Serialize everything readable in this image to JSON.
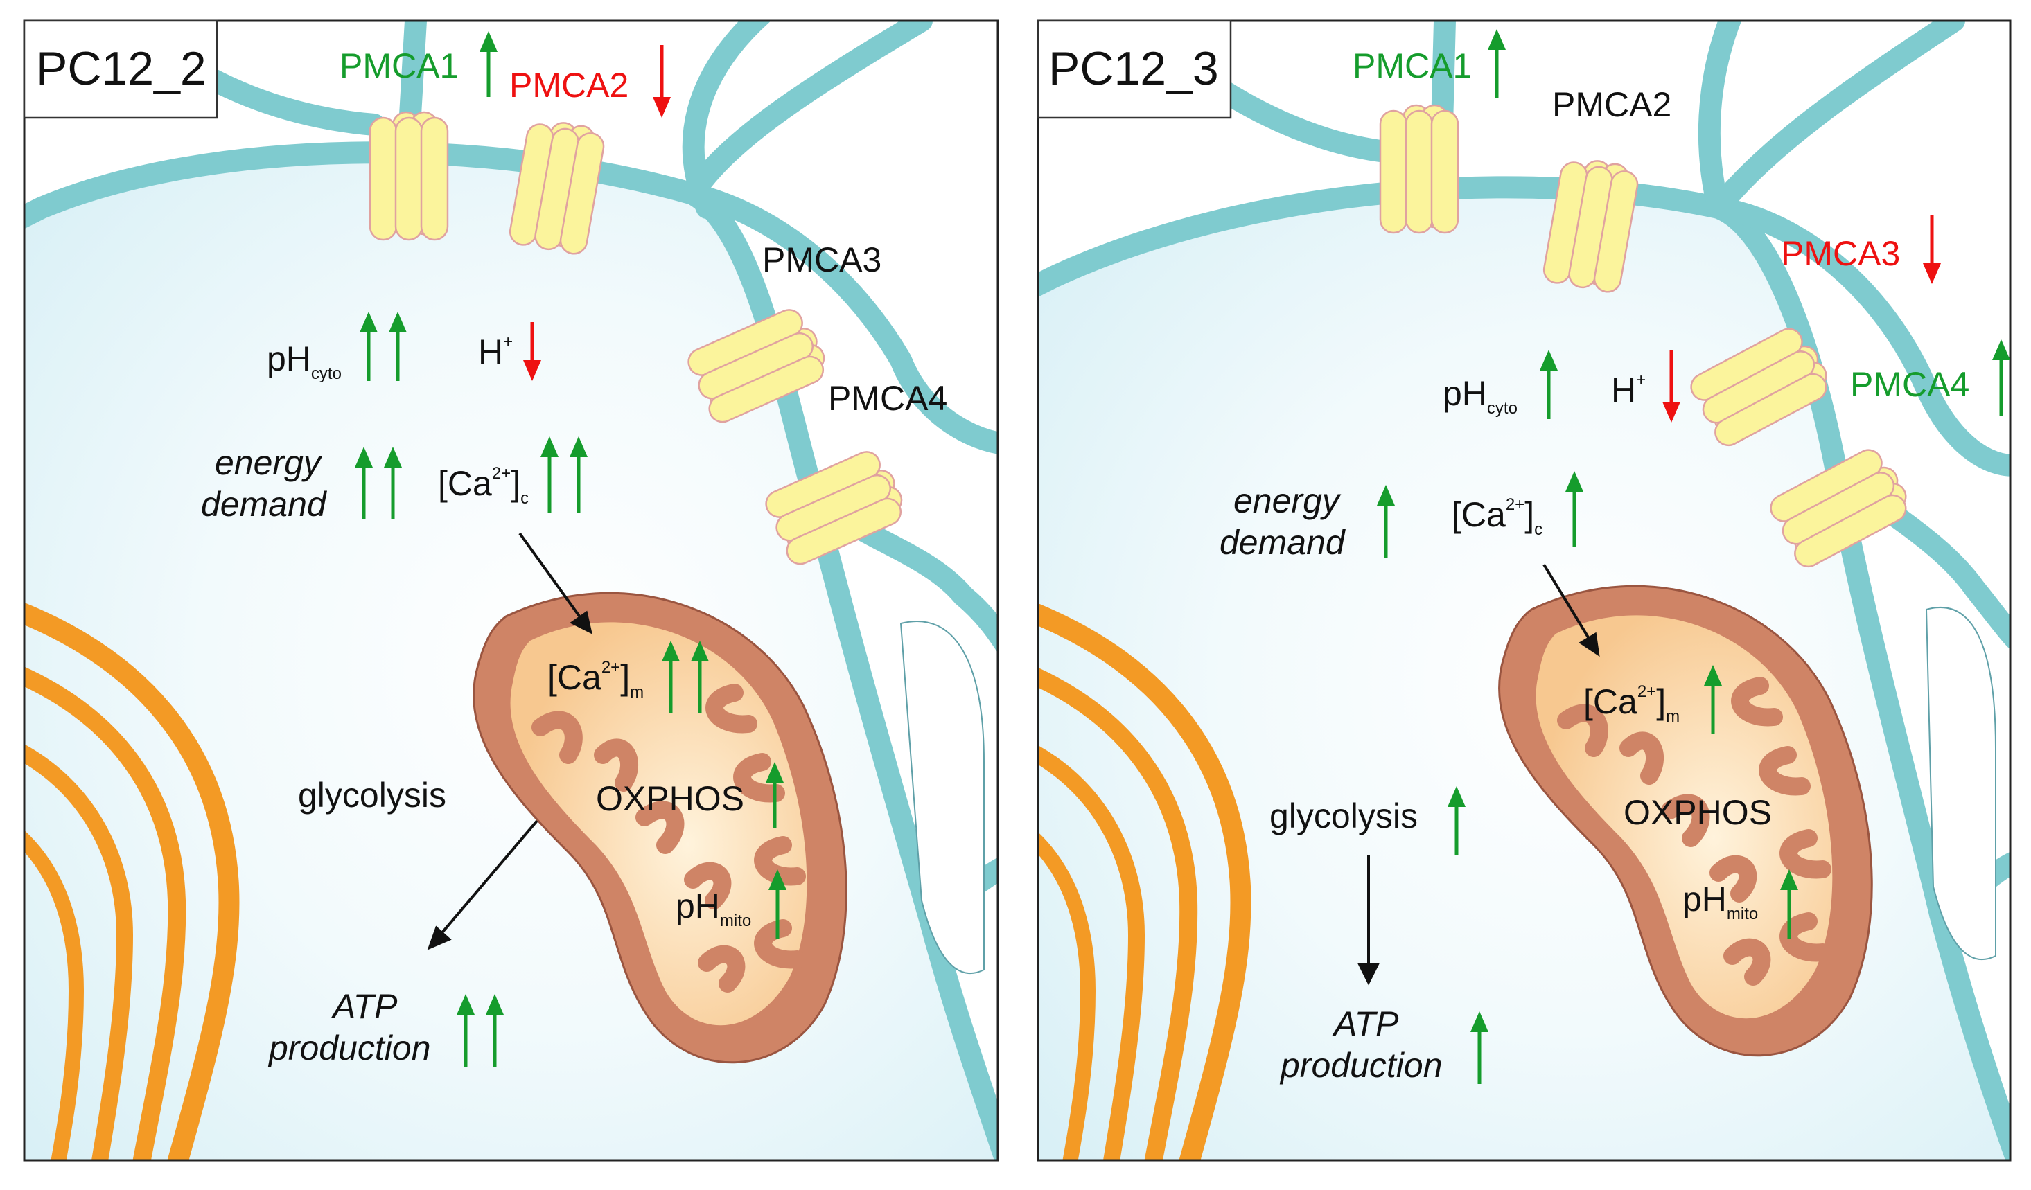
{
  "colors": {
    "up": "#159c2c",
    "down": "#ee1111",
    "neutral": "#111111",
    "membrane": "#7fcbcf",
    "cytoplasm": "#e6f5f9",
    "pump": "#fbf49c",
    "mitochondrion_outer": "#cf8466",
    "mitochondrion_inner": "#fad9a6",
    "golgi": "#f39a25"
  },
  "panels": [
    {
      "id": "PC12_2",
      "title": "PC12_2",
      "pmca1": {
        "label": "PMCA1",
        "change": "up"
      },
      "pmca2": {
        "label": "PMCA2",
        "change": "down"
      },
      "pmca3": {
        "label": "PMCA3",
        "change": "none"
      },
      "pmca4": {
        "label": "PMCA4",
        "change": "none"
      },
      "ph_cyto": {
        "base": "pH",
        "sub": "cyto",
        "arrows": 2
      },
      "h_plus": {
        "base": "H",
        "sup": "+",
        "arrow": "down"
      },
      "energy_demand": {
        "line1": "energy",
        "line2": "demand",
        "arrows": 2
      },
      "ca_c": {
        "open": "[Ca",
        "sup": "2+",
        "close": "]",
        "sub": "c",
        "arrows": 2
      },
      "ca_m": {
        "open": "[Ca",
        "sup": "2+",
        "close": "]",
        "sub": "m",
        "arrows": 2
      },
      "oxphos": {
        "label": "OXPHOS",
        "arrows": 1
      },
      "ph_mito": {
        "base": "pH",
        "sub": "mito",
        "arrows": 1
      },
      "glycolysis": {
        "label": "glycolysis",
        "arrows": 0
      },
      "atp": {
        "line1": "ATP",
        "line2": "production",
        "arrows": 2
      }
    },
    {
      "id": "PC12_3",
      "title": "PC12_3",
      "pmca1": {
        "label": "PMCA1",
        "change": "up"
      },
      "pmca2": {
        "label": "PMCA2",
        "change": "none"
      },
      "pmca3": {
        "label": "PMCA3",
        "change": "down"
      },
      "pmca4": {
        "label": "PMCA4",
        "change": "up"
      },
      "ph_cyto": {
        "base": "pH",
        "sub": "cyto",
        "arrows": 1
      },
      "h_plus": {
        "base": "H",
        "sup": "+",
        "arrow": "down"
      },
      "energy_demand": {
        "line1": "energy",
        "line2": "demand",
        "arrows": 1
      },
      "ca_c": {
        "open": "[Ca",
        "sup": "2+",
        "close": "]",
        "sub": "c",
        "arrows": 1
      },
      "ca_m": {
        "open": "[Ca",
        "sup": "2+",
        "close": "]",
        "sub": "m",
        "arrows": 1
      },
      "oxphos": {
        "label": "OXPHOS",
        "arrows": 0
      },
      "ph_mito": {
        "base": "pH",
        "sub": "mito",
        "arrows": 1
      },
      "glycolysis": {
        "label": "glycolysis",
        "arrows": 1
      },
      "atp": {
        "line1": "ATP",
        "line2": "production",
        "arrows": 1
      }
    }
  ]
}
